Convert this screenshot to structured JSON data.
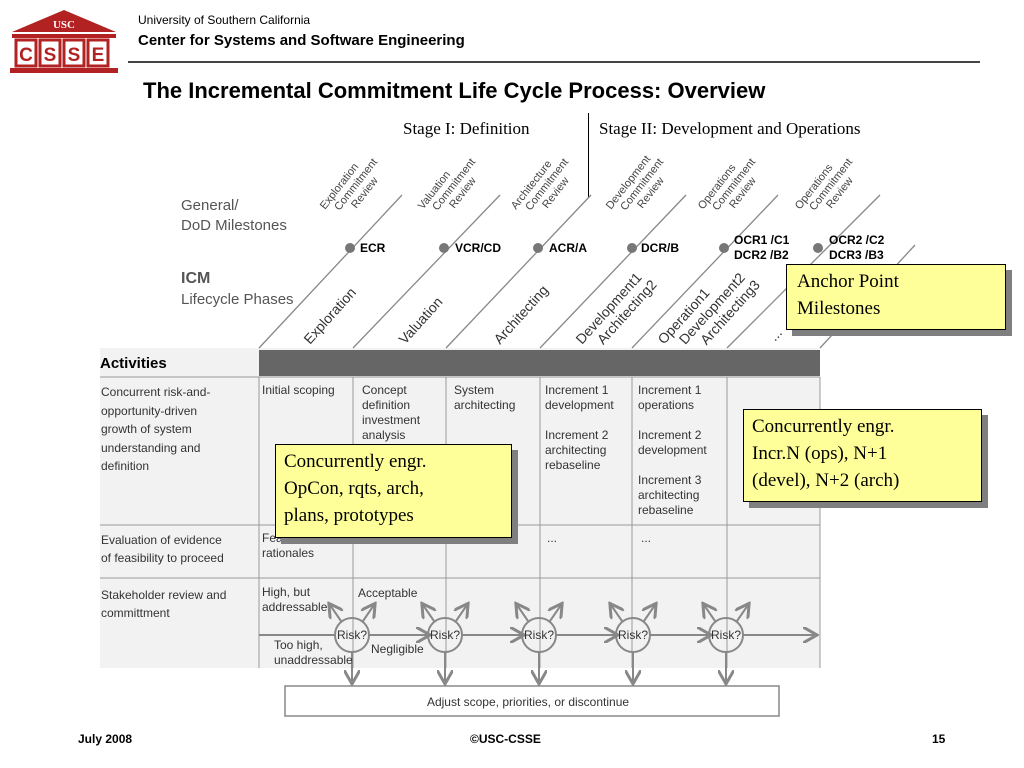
{
  "header": {
    "logo_text_top": "USC",
    "logo_letters": [
      "C",
      "S",
      "S",
      "E"
    ],
    "org_line1": "University of Southern California",
    "org_line2": "Center for Systems and Software Engineering"
  },
  "title": "The Incremental Commitment Life Cycle Process:  Overview",
  "stages": {
    "stage1": "Stage I: Definition",
    "stage2": "Stage II: Development and Operations"
  },
  "labels": {
    "general": "General/",
    "dod": "DoD Milestones",
    "icm": "ICM",
    "lifecycle": "Lifecycle Phases"
  },
  "reviews": [
    {
      "lines": [
        "Exploration",
        "Commitment",
        "Review"
      ],
      "milestone": "ECR"
    },
    {
      "lines": [
        "Valuation",
        "Commitment",
        "Review"
      ],
      "milestone": "VCR/CD"
    },
    {
      "lines": [
        "Architecture",
        "Commitment",
        "Review"
      ],
      "milestone": "ACR/A"
    },
    {
      "lines": [
        "Development",
        "Commitment",
        "Review"
      ],
      "milestone": "DCR/B"
    },
    {
      "lines": [
        "Operations",
        "Commitment",
        "Review"
      ],
      "milestone": "OCR1 /C1|DCR2 /B2"
    },
    {
      "lines": [
        "Operations",
        "Commitment",
        "Review"
      ],
      "milestone": "OCR2 /C2|DCR3 /B3"
    }
  ],
  "phases": [
    {
      "lines": [
        "Exploration"
      ]
    },
    {
      "lines": [
        "Valuation"
      ]
    },
    {
      "lines": [
        "Architecting"
      ]
    },
    {
      "lines": [
        "Development1",
        "Architecting2"
      ]
    },
    {
      "lines": [
        "Operation1",
        "Development2",
        "Architecting3"
      ]
    },
    {
      "lines": [
        "..."
      ]
    }
  ],
  "table": {
    "activities_header": "Activities",
    "row1_label": [
      "Concurrent risk-and-",
      "opportunity-driven",
      "growth of system",
      "understanding and",
      "definition"
    ],
    "row1_cells": [
      [
        "Initial scoping"
      ],
      [
        "Concept",
        "definition",
        "investment",
        "analysis"
      ],
      [
        "System",
        "architecting"
      ],
      [
        "Increment 1",
        "development",
        "",
        "Increment 2",
        "architecting",
        "rebaseline"
      ],
      [
        "Increment 1",
        "operations",
        "",
        "Increment 2",
        "development",
        "",
        "Increment 3",
        "architecting",
        "rebaseline"
      ]
    ],
    "row2_label": [
      "Evaluation of evidence",
      "of feasibility to proceed"
    ],
    "row2_cells": [
      [
        "Fea",
        "rationales"
      ],
      [
        ""
      ],
      [
        ""
      ],
      [
        "..."
      ],
      [
        "..."
      ]
    ],
    "row3_label": [
      "Stakeholder review and",
      "committment"
    ],
    "row3_notes": {
      "high": [
        "High, but",
        "addressable"
      ],
      "acceptable": "Acceptable",
      "too_high": [
        "Too high,",
        "unaddressable"
      ],
      "negligible": "Negligible",
      "risk": "Risk?"
    },
    "adjust": "Adjust scope, priorities, or discontinue"
  },
  "callouts": {
    "anchor": [
      "Anchor Point",
      "Milestones"
    ],
    "opcon": [
      "Concurrently engr.",
      "OpCon, rqts, arch,",
      "plans, prototypes"
    ],
    "incr": [
      "Concurrently engr.",
      "Incr.N (ops), N+1",
      "(devel), N+2 (arch)"
    ]
  },
  "footer": {
    "date": "July 2008",
    "copyright": "©USC-CSSE",
    "page": "15"
  },
  "colors": {
    "logo_red": "#b22222",
    "callout_fill": "#ffff99",
    "bar_gray": "#666666"
  }
}
